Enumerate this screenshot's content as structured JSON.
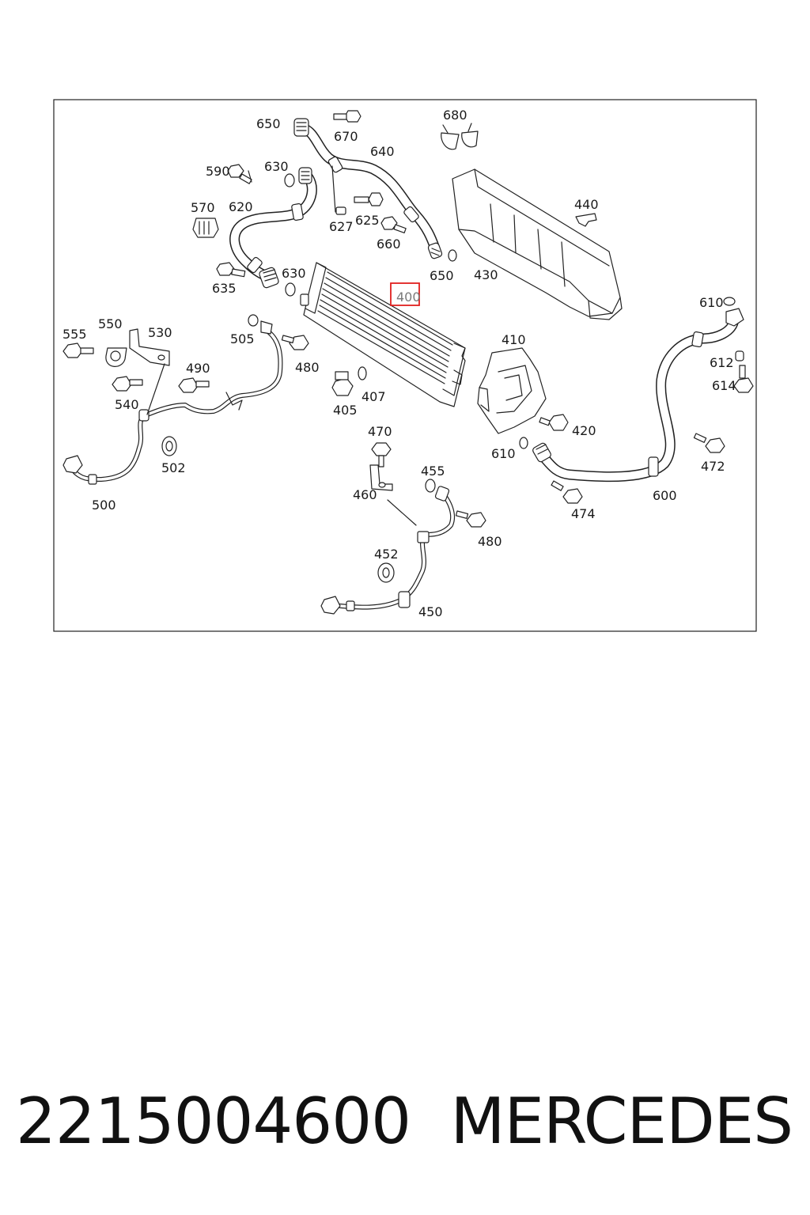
{
  "diagram": {
    "labels": {
      "l650a": "650",
      "l670": "670",
      "l680": "680",
      "l640": "640",
      "l590": "590",
      "l630a": "630",
      "l570": "570",
      "l620": "620",
      "l627": "627",
      "l625": "625",
      "l440": "440",
      "l660": "660",
      "l650b": "650",
      "l430": "430",
      "l635": "635",
      "l630b": "630",
      "l400": "400",
      "l610a": "610",
      "l555": "555",
      "l550": "550",
      "l530": "530",
      "l505": "505",
      "l480a": "480",
      "l410": "410",
      "l612": "612",
      "l490": "490",
      "l614": "614",
      "l407": "407",
      "l540": "540",
      "l405": "405",
      "l420": "420",
      "l470": "470",
      "l610b": "610",
      "l502": "502",
      "l472": "472",
      "l455": "455",
      "l500": "500",
      "l460": "460",
      "l600": "600",
      "l474": "474",
      "l480b": "480",
      "l452": "452",
      "l450": "450"
    },
    "highlighted_part": "400",
    "highlight_color": "#e0201f"
  },
  "footer": {
    "part_number": "2215004600",
    "brand": "MERCEDES"
  }
}
